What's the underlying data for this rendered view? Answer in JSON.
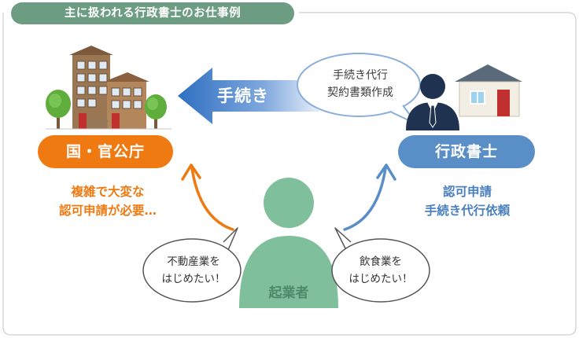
{
  "header": {
    "title": "主に扱われる行政書士のお仕事例"
  },
  "government": {
    "label": "国・官公庁",
    "note_lines": [
      "複雑で大変な",
      "認可申請が必要…"
    ]
  },
  "scrivener": {
    "label": "行政書士",
    "bubble_lines": [
      "手続き代行",
      "契約書類作成"
    ],
    "note_lines": [
      "認可申請",
      "手続き代行依頼"
    ]
  },
  "procedure_arrow": {
    "label": "手続き"
  },
  "entrepreneur": {
    "label": "起業者",
    "bubble_left_lines": [
      "不動産業を",
      "はじめたい！"
    ],
    "bubble_right_lines": [
      "飲食業を",
      "はじめたい！"
    ]
  },
  "colors": {
    "header_green": "#6c9c82",
    "orange": "#ef7a12",
    "blue": "#5a8ec6",
    "person_green": "#7fbf9b"
  }
}
